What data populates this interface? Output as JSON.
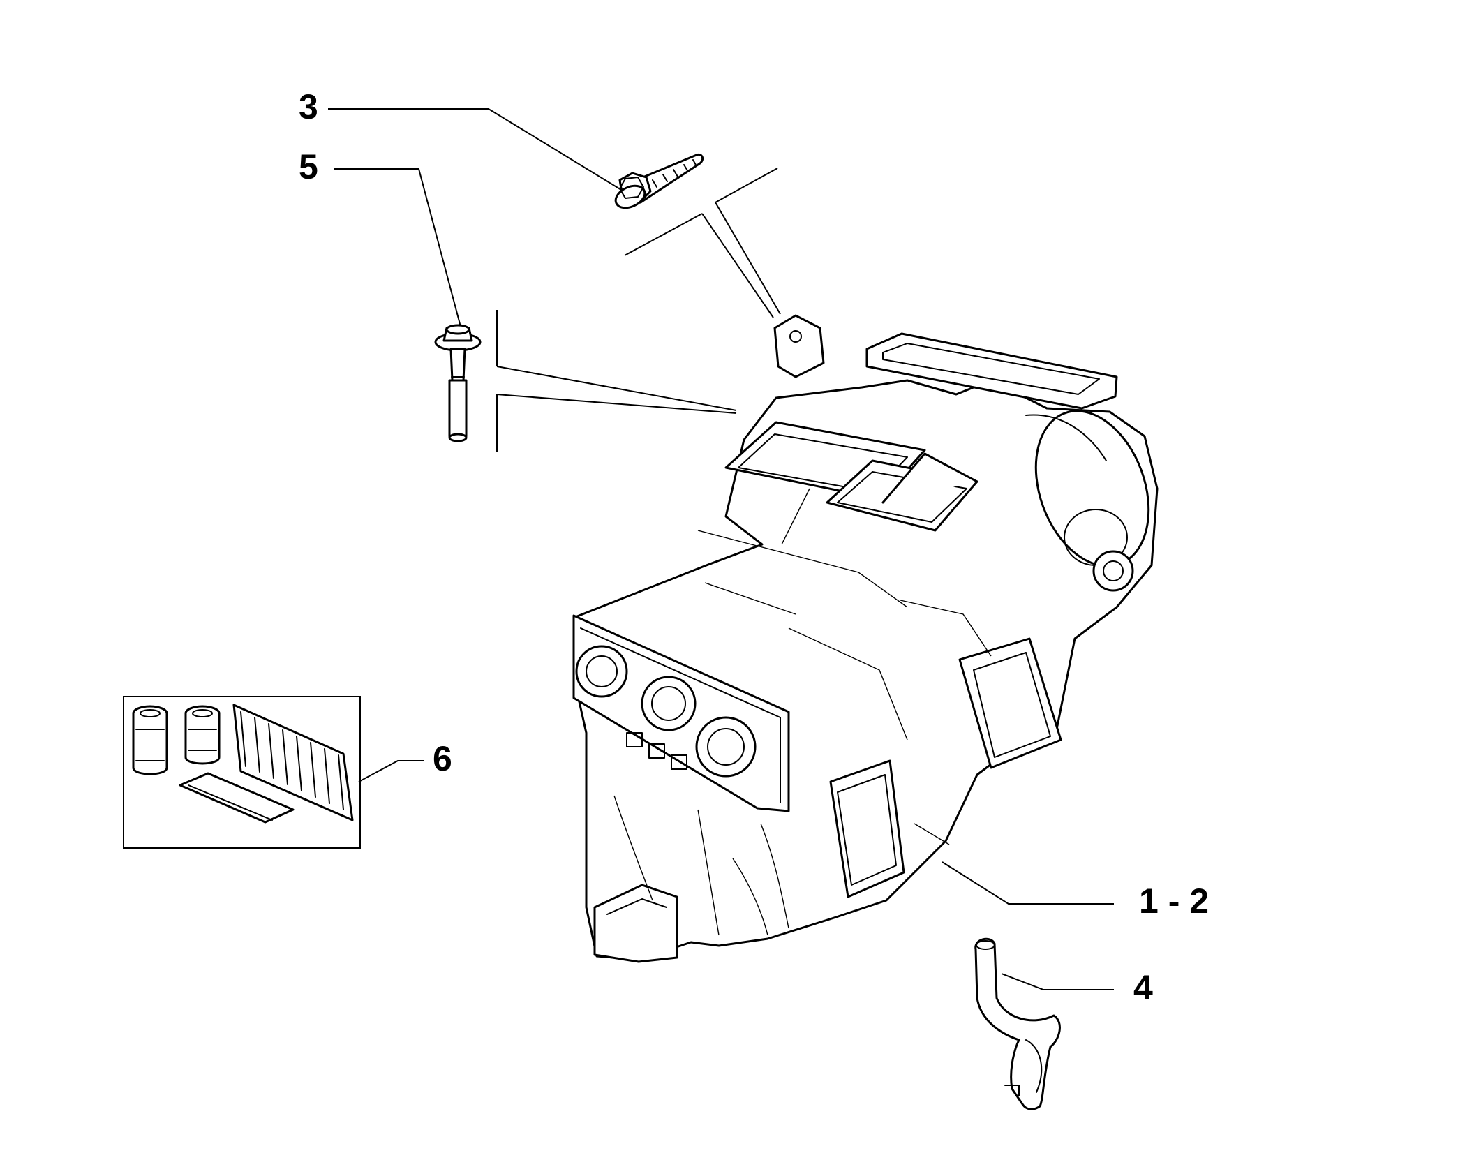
{
  "callouts": {
    "c3": "3",
    "c5": "5",
    "c6": "6",
    "c12": "1 - 2",
    "c4": "4"
  },
  "parts": {
    "p3": "bolt-icon",
    "p5": "stud-bolt-icon",
    "p12": "heater-ac-unit-icon",
    "p4": "drain-hose-icon",
    "p6": "filter-kit-icon"
  },
  "colors": {
    "line": "#000000",
    "background": "#ffffff"
  }
}
